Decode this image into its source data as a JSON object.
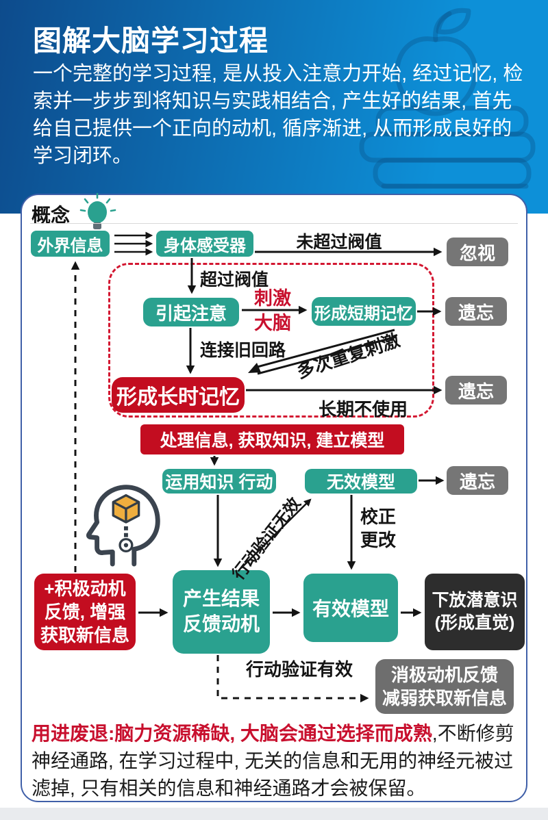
{
  "colors": {
    "header_gradient_start": "#0d4b8c",
    "header_gradient_end": "#0d90d8",
    "teal": "#2aa18f",
    "red": "#c30d20",
    "accent_red": "#c8102e",
    "gray": "#767676",
    "dark": "#2d2d2d",
    "card_border": "#3f5fa8"
  },
  "header": {
    "title": "图解大脑学习过程",
    "description": "一个完整的学习过程, 是从投入注意力开始, 经过记忆, 检索并一步步到将知识与实践相结合, 产生好的结果, 首先给自己提供一个正向的动机, 循序渐进, 从而形成良好的学习闭环。"
  },
  "concept": {
    "heading": "概念"
  },
  "nodes": {
    "external_info": "外界信息",
    "body_sensor": "身体感受器",
    "ignore": "忽视",
    "attract_attention": "引起注意",
    "short_term_memory": "形成短期记忆",
    "forget_1": "遗忘",
    "long_term_memory": "形成长时记忆",
    "forget_2": "遗忘",
    "process_info": "处理信息, 获取知识, 建立模型",
    "apply_knowledge": "运用知识 行动",
    "invalid_model": "无效模型",
    "forget_3": "遗忘",
    "positive_motivation": {
      "lines": [
        "+积极动机",
        "反馈, 增强",
        "获取新信息"
      ]
    },
    "result_feedback": {
      "lines": [
        "产生结果",
        "反馈动机"
      ]
    },
    "valid_model": "有效模型",
    "subconscious": {
      "lines": [
        "下放潜意识",
        "(形成直觉)"
      ]
    },
    "negative_feedback": {
      "lines": [
        "消极动机反馈",
        "减弱获取新信息"
      ]
    }
  },
  "edge_labels": {
    "not_exceed_threshold": "未超过阀值",
    "exceed_threshold": "超过阀值",
    "stimulate_line1": "刺激",
    "stimulate_line2": "大脑",
    "connect_old_circuit": "连接旧回路",
    "repeat_stimulation": "多次重复刺激",
    "long_unused": "长期不使用",
    "action_verify_invalid": "行动验证无效",
    "correct_line1": "校正",
    "correct_line2": "更改",
    "action_verify_valid": "行动验证有效"
  },
  "footer": {
    "highlight": "用进废退:脑力资源稀缺, 大脑会通过选择而成熟",
    "rest": ",不断修剪神经通路, 在学习过程中, 无关的信息和无用的神经元被过滤掉, 只有相关的信息和神经通路才会被保留。"
  }
}
